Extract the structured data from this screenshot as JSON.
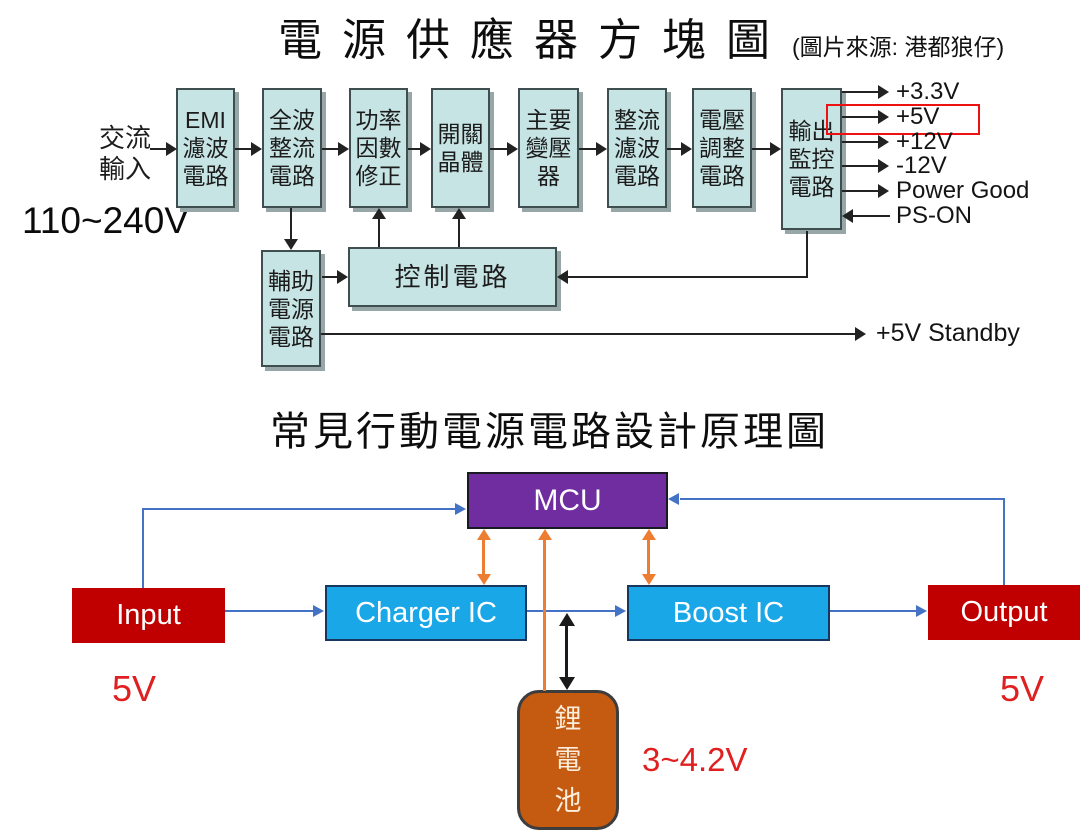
{
  "top": {
    "title": "電源供應器方塊圖",
    "credit": "(圖片來源: 港都狼仔)",
    "ac_input": {
      "line1": "交流",
      "line2": "輸入"
    },
    "input_voltage": "110~240V",
    "chain": [
      {
        "lines": [
          "EMI",
          "濾波",
          "電路"
        ]
      },
      {
        "lines": [
          "全波",
          "整流",
          "電路"
        ]
      },
      {
        "lines": [
          "功率",
          "因數",
          "修正"
        ]
      },
      {
        "lines": [
          "開關",
          "晶體"
        ]
      },
      {
        "lines": [
          "主要",
          "變壓",
          "器"
        ]
      },
      {
        "lines": [
          "整流",
          "濾波",
          "電路"
        ]
      },
      {
        "lines": [
          "電壓",
          "調整",
          "電路"
        ]
      },
      {
        "lines": [
          "輸出",
          "監控",
          "電路"
        ]
      }
    ],
    "aux": {
      "lines": [
        "輔助",
        "電源",
        "電路"
      ]
    },
    "control": "控制電路",
    "outputs": [
      "+3.3V",
      "+5V",
      "+12V",
      "-12V",
      "Power Good",
      "PS-ON"
    ],
    "standby": "+5V Standby"
  },
  "bottom": {
    "title": "常見行動電源電路設計原理圖",
    "mcu": "MCU",
    "input": "Input",
    "charger": "Charger IC",
    "boost": "Boost IC",
    "output": "Output",
    "input_voltage": "5V",
    "output_voltage": "5V",
    "battery": {
      "chars": [
        "鋰",
        "電",
        "池"
      ],
      "voltage": "3~4.2V"
    }
  },
  "colors": {
    "block_fill": "#c7e4e5",
    "mcu_purple": "#6f2da0",
    "io_red": "#c00000",
    "ic_blue": "#1aa7e8",
    "battery_orange": "#c55a11",
    "blue_arrow": "#4472c4",
    "orange_arrow": "#ed7d31",
    "label_red": "#e02020",
    "highlight_red": "#ee1111"
  }
}
